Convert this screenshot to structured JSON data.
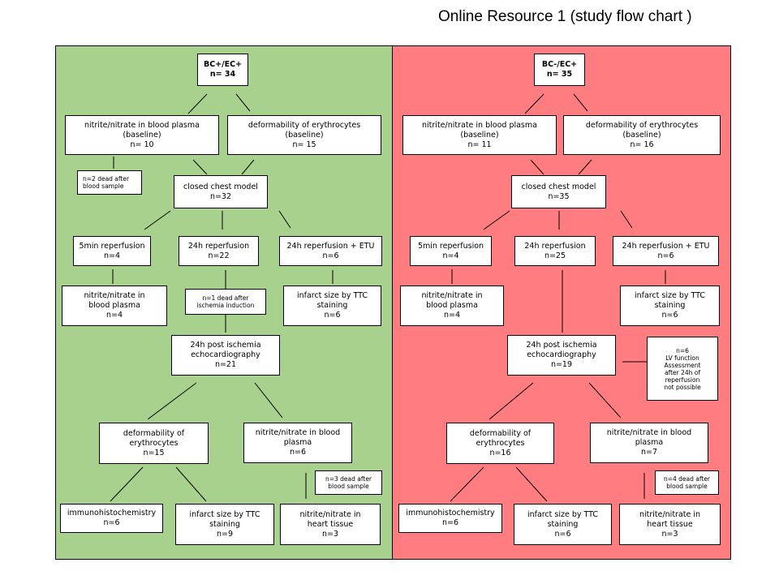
{
  "title": "Online Resource 1 (study flow chart )",
  "colors": {
    "left_panel": "#a9d18e",
    "right_panel": "#ff7c80",
    "box": "#ffffff",
    "line": "#000000"
  },
  "left": {
    "root": [
      "BC+/EC+",
      "n= 34"
    ],
    "nitrite_baseline": [
      "nitrite/nitrate in blood plasma",
      "(baseline)",
      "n= 10"
    ],
    "deform_baseline": [
      "deformability of erythrocytes",
      "(baseline)",
      "n= 15"
    ],
    "dead_note_1": [
      "n=2 dead after",
      "blood sample"
    ],
    "closed_chest": [
      "closed chest model",
      "n=32"
    ],
    "rep_5min": [
      "5min reperfusion",
      "n=4"
    ],
    "rep_24h": [
      "24h reperfusion",
      "n=22"
    ],
    "rep_24h_etu": [
      "24h reperfusion + ETU",
      "n=6"
    ],
    "nitrite_plasma": [
      "nitrite/nitrate in",
      "blood plasma",
      "n=4"
    ],
    "dead_note_2": [
      "n=1 dead after",
      "ischemia induction"
    ],
    "infarct_ttc": [
      "infarct size by TTC",
      "staining",
      "n=6"
    ],
    "echo": [
      "24h post ischemia",
      "echocardiography",
      "n=21"
    ],
    "deform_ery": [
      "deformability of",
      "erythrocytes",
      "n=15"
    ],
    "nitrite_blood": [
      "nitrite/nitrate in blood",
      "plasma",
      "n=6"
    ],
    "dead_note_3": [
      "n=3 dead after",
      "blood sample"
    ],
    "immuno": [
      "immunohistochemistry",
      "n=6"
    ],
    "infarct_ttc_2": [
      "infarct size by TTC",
      "staining",
      "n=9"
    ],
    "nitrite_heart": [
      "nitrite/nitrate in",
      "heart tissue",
      "n=3"
    ]
  },
  "right": {
    "root": [
      "BC-/EC+",
      "n= 35"
    ],
    "nitrite_baseline": [
      "nitrite/nitrate in blood plasma",
      "(baseline)",
      "n= 11"
    ],
    "deform_baseline": [
      "deformability of erythrocytes",
      "(baseline)",
      "n= 16"
    ],
    "closed_chest": [
      "closed chest model",
      "n=35"
    ],
    "rep_5min": [
      "5min reperfusion",
      "n=4"
    ],
    "rep_24h": [
      "24h reperfusion",
      "n=25"
    ],
    "rep_24h_etu": [
      "24h reperfusion + ETU",
      "n=6"
    ],
    "nitrite_plasma": [
      "nitrite/nitrate in",
      "blood plasma",
      "n=4"
    ],
    "infarct_ttc": [
      "infarct size by TTC",
      "staining",
      "n=6"
    ],
    "echo": [
      "24h post ischemia",
      "echocardiography",
      "n=19"
    ],
    "lv_note": [
      "n=6",
      "LV function",
      "Assessment",
      "after 24h of",
      "reperfusion",
      "not possible"
    ],
    "deform_ery": [
      "deformability of",
      "erythrocytes",
      "n=16"
    ],
    "nitrite_blood": [
      "nitrite/nitrate in blood",
      "plasma",
      "n=7"
    ],
    "dead_note_3": [
      "n=4 dead after",
      "blood sample"
    ],
    "immuno": [
      "immunohistochemistry",
      "n=6"
    ],
    "infarct_ttc_2": [
      "infarct size by TTC",
      "staining",
      "n=6"
    ],
    "nitrite_heart": [
      "nitrite/nitrate in",
      "heart tissue",
      "n=3"
    ]
  }
}
